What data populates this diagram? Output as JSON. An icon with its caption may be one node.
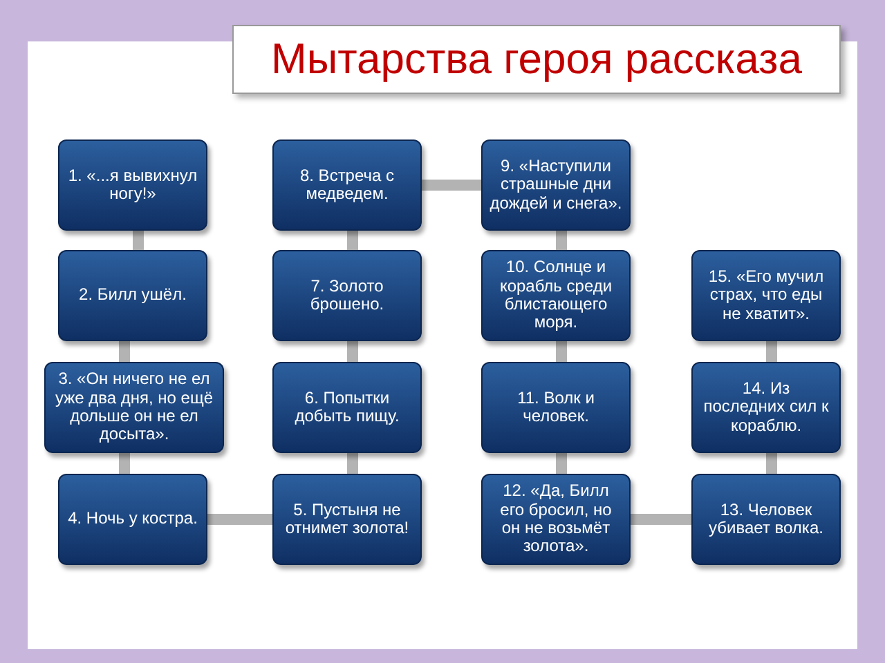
{
  "diagram": {
    "title": "Мытарства героя рассказа",
    "nodes": [
      {
        "text": [
          "1. «...я вывихнул ногу!»"
        ]
      },
      {
        "text": [
          "2. Билл ушёл."
        ]
      },
      {
        "text": [
          "3. «Он ничего не ел уже два дня, но ещё дольше он не ел досыта»."
        ]
      },
      {
        "text": [
          "4. Ночь у костра."
        ]
      },
      {
        "text": [
          "5. Пустыня не отнимет золота!"
        ]
      },
      {
        "text": [
          "6. Попытки добыть пищу."
        ]
      },
      {
        "text": [
          "7. Золото брошено."
        ]
      },
      {
        "text": [
          "8. Встреча с медведем."
        ]
      },
      {
        "text": [
          "9. «Наступили страшные дни дождей и снега»."
        ]
      },
      {
        "text": [
          "10. Солнце и корабль среди блистающего моря."
        ]
      },
      {
        "text": [
          "11. Волк и человек."
        ]
      },
      {
        "text": [
          "12. «Да, Билл его бросил, но он не возьмёт золота»."
        ]
      },
      {
        "text": [
          "13. Человек убивает волка."
        ]
      },
      {
        "text": [
          "14. Из последних сил к кораблю."
        ]
      },
      {
        "text": [
          "15. «Его мучил страх, что еды не хватит»."
        ]
      }
    ],
    "edges": [
      {
        "from": 0,
        "to": 1,
        "arrow": "none"
      },
      {
        "from": 1,
        "to": 2,
        "arrow": "none"
      },
      {
        "from": 2,
        "to": 3,
        "arrow": "none"
      },
      {
        "from": 3,
        "to": 4,
        "arrow": "none"
      },
      {
        "from": 4,
        "to": 5,
        "arrow": "none"
      },
      {
        "from": 5,
        "to": 6,
        "arrow": "none"
      },
      {
        "from": 6,
        "to": 7,
        "arrow": "none"
      },
      {
        "from": 7,
        "to": 8,
        "arrow": "none"
      },
      {
        "from": 8,
        "to": 9,
        "arrow": "none"
      },
      {
        "from": 9,
        "to": 10,
        "arrow": "none"
      },
      {
        "from": 10,
        "to": 11,
        "arrow": "none"
      },
      {
        "from": 11,
        "to": 12,
        "arrow": "none"
      },
      {
        "from": 12,
        "to": 13,
        "arrow": "none"
      },
      {
        "from": 13,
        "to": 14,
        "arrow": "none"
      }
    ]
  }
}
